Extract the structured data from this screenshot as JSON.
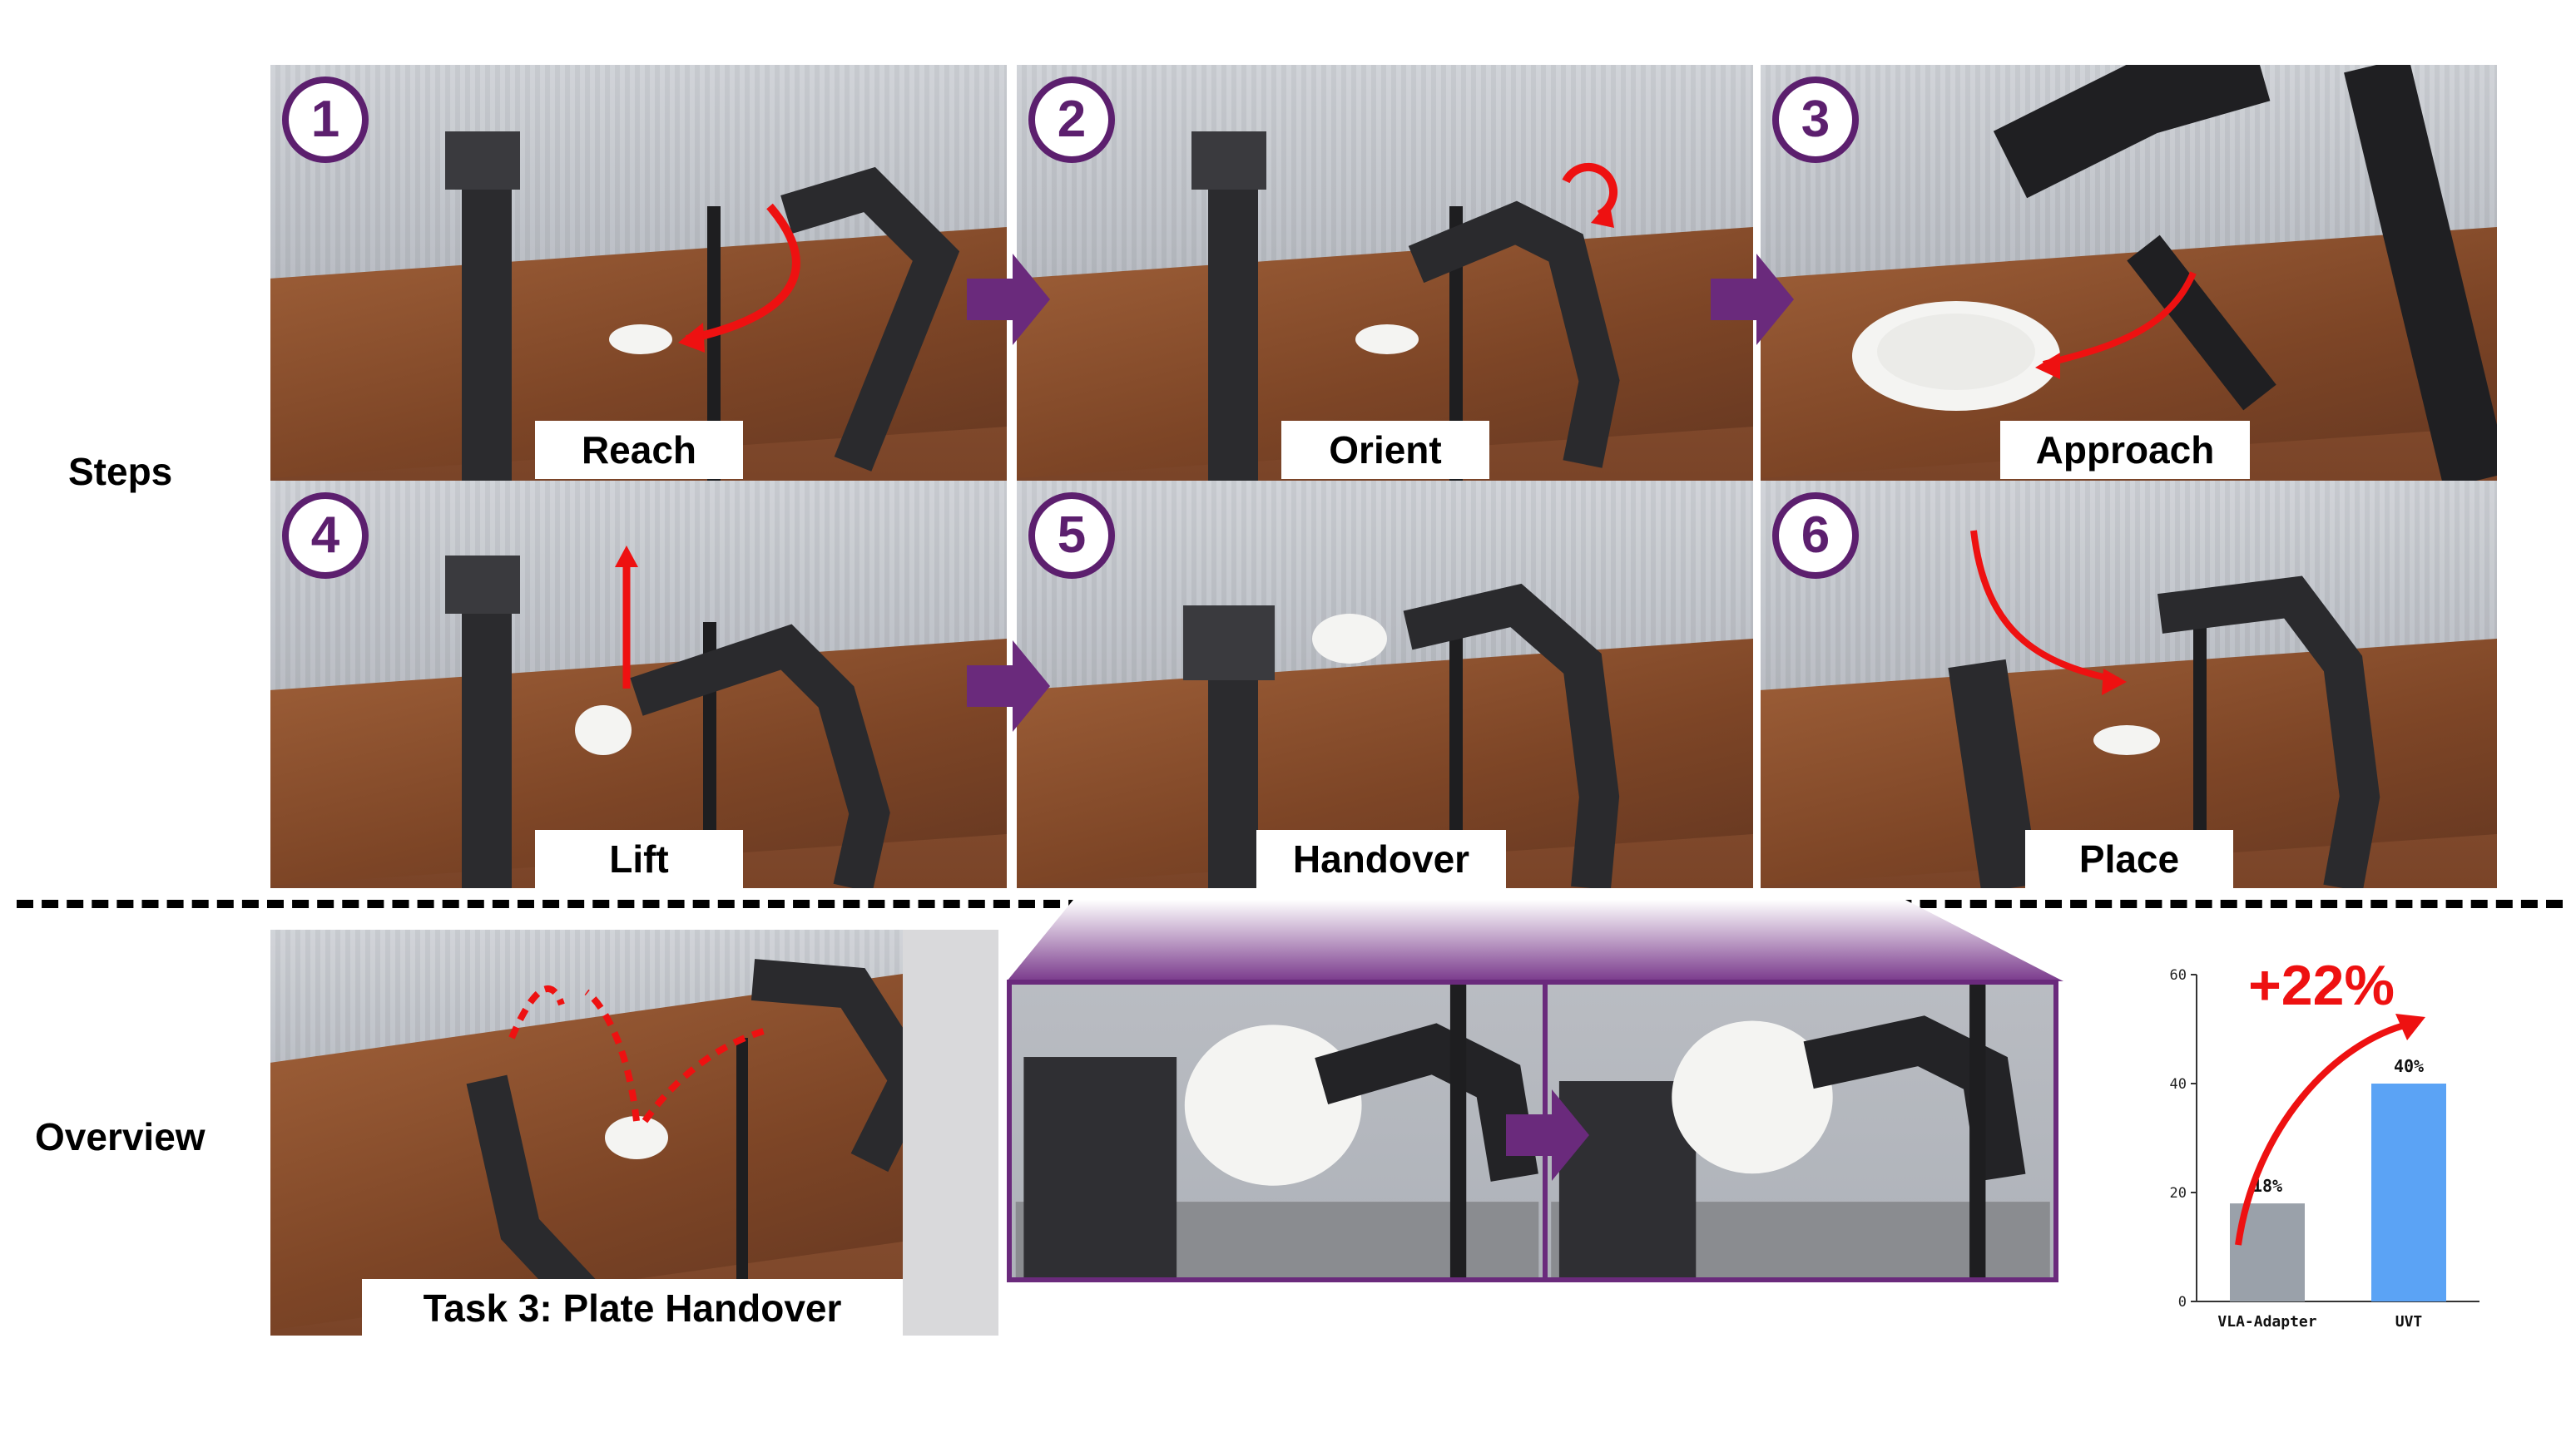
{
  "row_labels": {
    "steps": "Steps",
    "overview": "Overview"
  },
  "steps": [
    {
      "number": "1",
      "label": "Reach"
    },
    {
      "number": "2",
      "label": "Orient"
    },
    {
      "number": "3",
      "label": "Approach"
    },
    {
      "number": "4",
      "label": "Lift"
    },
    {
      "number": "5",
      "label": "Handover"
    },
    {
      "number": "6",
      "label": "Place"
    }
  ],
  "overview": {
    "task_label": "Task 3: Plate Handover"
  },
  "colors": {
    "purple": "#6a2a7c",
    "step_circle": "#5c1f6e",
    "red_arrow": "#ee1111",
    "bar_gray": "#9aa1aa",
    "bar_blue": "#5ba3f5"
  },
  "chart_data": {
    "type": "bar",
    "categories": [
      "VLA-Adapter",
      "UVT"
    ],
    "values": [
      18,
      40
    ],
    "data_labels": [
      "18%",
      "40%"
    ],
    "ylim": [
      0,
      60
    ],
    "yticks": [
      "0",
      "20",
      "40",
      "60"
    ],
    "annotation": "+22%",
    "title": "",
    "xlabel": "",
    "ylabel": ""
  }
}
